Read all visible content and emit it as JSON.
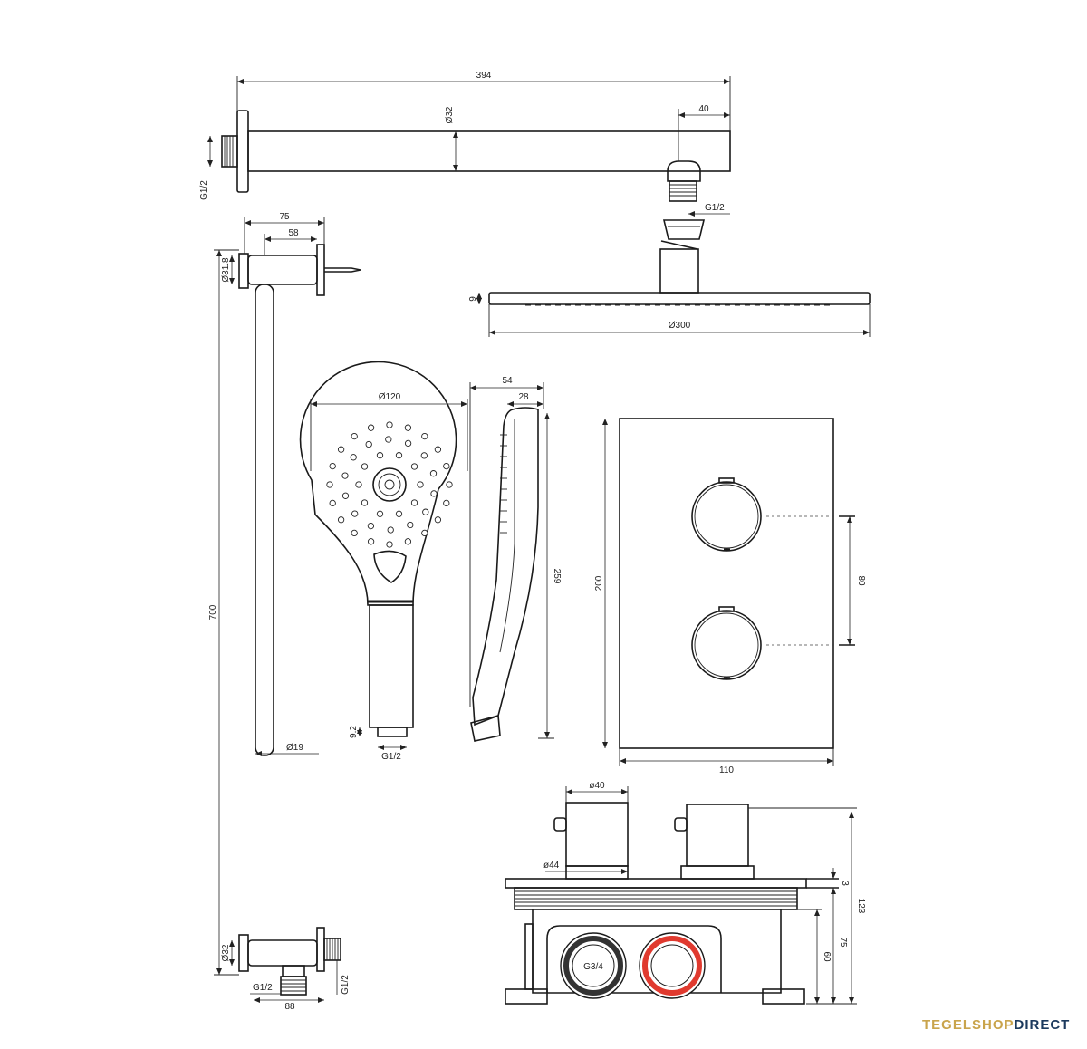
{
  "dims": {
    "arm_length": "394",
    "arm_diameter": "Ø32",
    "arm_end": "40",
    "arm_thread_left": "G1/2",
    "arm_thread_right": "G1/2",
    "head_thickness": "9",
    "head_diameter": "Ø300",
    "holder_75": "75",
    "holder_58": "58",
    "holder_dia": "Ø31.8",
    "rail_length": "700",
    "rail_dia": "Ø19",
    "rail_bottom_dia": "Ø32",
    "rail_thread_left": "G1/2",
    "rail_thread_right": "G1/2",
    "rail_width": "88",
    "hand_diameter": "Ø120",
    "hand_depth": "54",
    "hand_head": "28",
    "hand_length": "259",
    "hand_thread_h": "9.2",
    "hand_thread": "G1/2",
    "plate_height": "200",
    "plate_width": "110",
    "knob_spacing": "80",
    "valve_knob_dia": "ø40",
    "valve_flange_dia": "ø44",
    "valve_total": "123",
    "valve_body": "75",
    "valve_box": "60",
    "valve_plate": "3",
    "valve_connection": "G3/4"
  },
  "brand": {
    "part1": "TEGELSHOP",
    "part2": "DIRECT",
    "color1": "#c9a44c",
    "color2": "#1c3a5e"
  }
}
